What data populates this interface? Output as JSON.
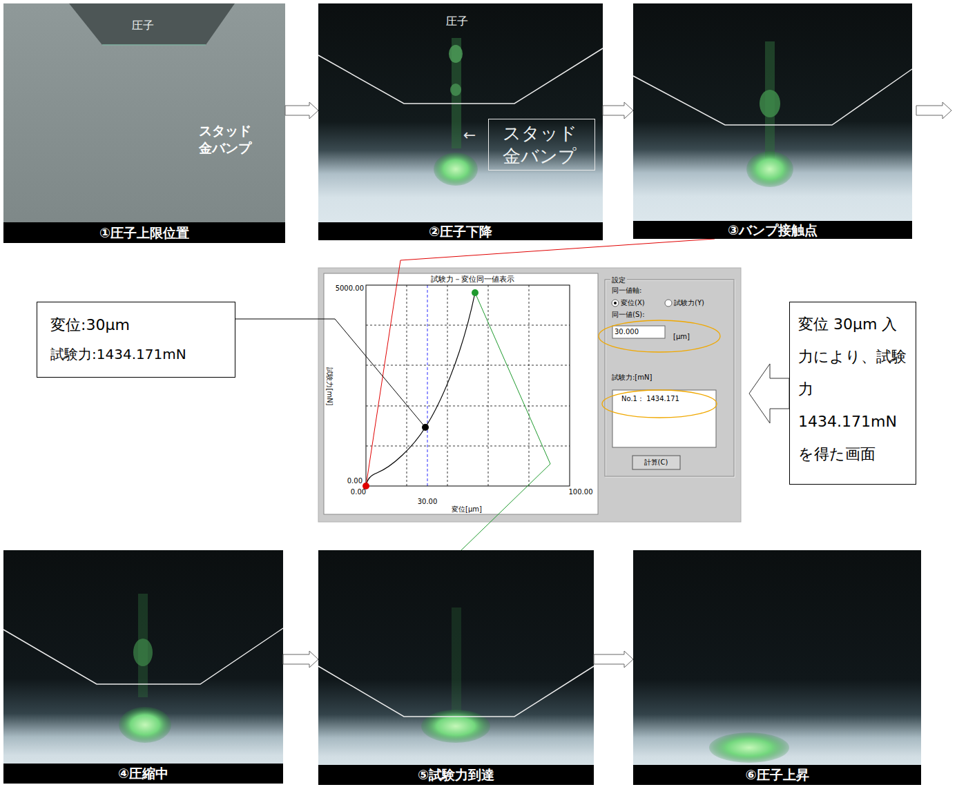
{
  "diagram": {
    "nodes": [
      {
        "text": [
          "圧子",
          "スタッド 金バンプ",
          "①圧子上限位置"
        ]
      },
      {
        "text": [
          "圧子",
          "②圧子下降"
        ]
      },
      {
        "text": [
          "スタッド 金バンプ"
        ],
        "in": 1
      },
      {
        "text": [
          "③バンプ接触点"
        ]
      },
      {
        "text": [
          "変位:30μm",
          "試験力:1434.171mN"
        ]
      },
      {
        "text": [
          "試験力－変位同一値表示"
        ]
      },
      {
        "text": [
          "変位 30μm 入力により、試験力 1434.171mN を得た画面"
        ]
      },
      {
        "text": [
          "④圧縮中"
        ]
      },
      {
        "text": [
          "⑤試験力到達"
        ]
      },
      {
        "text": [
          "⑥圧子上昇"
        ]
      }
    ],
    "edges": [
      {
        "from": 0,
        "to": 1,
        "arrow": "to"
      },
      {
        "from": 1,
        "to": 3,
        "arrow": "to"
      },
      {
        "from": 3,
        "to": 5,
        "arrow": "none"
      },
      {
        "from": 4,
        "to": 5,
        "arrow": "none"
      },
      {
        "from": 6,
        "to": 5,
        "arrow": "to"
      },
      {
        "from": 5,
        "to": 8,
        "arrow": "none"
      },
      {
        "from": 7,
        "to": 8,
        "arrow": "to"
      },
      {
        "from": 8,
        "to": 9,
        "arrow": "to"
      }
    ],
    "labels": [
      "5000.00",
      "0.00",
      "0.00",
      "30.00",
      "100.00",
      "変位[μm]",
      "試験力[mN]",
      "設定",
      "同一値軸:",
      "変位(X)",
      "試験力(Y)",
      "同一値(S):",
      "30.000",
      "[μm]",
      "試験力:[mN]",
      "No.1： 1434.171",
      "計算(C)",
      "←"
    ]
  }
}
